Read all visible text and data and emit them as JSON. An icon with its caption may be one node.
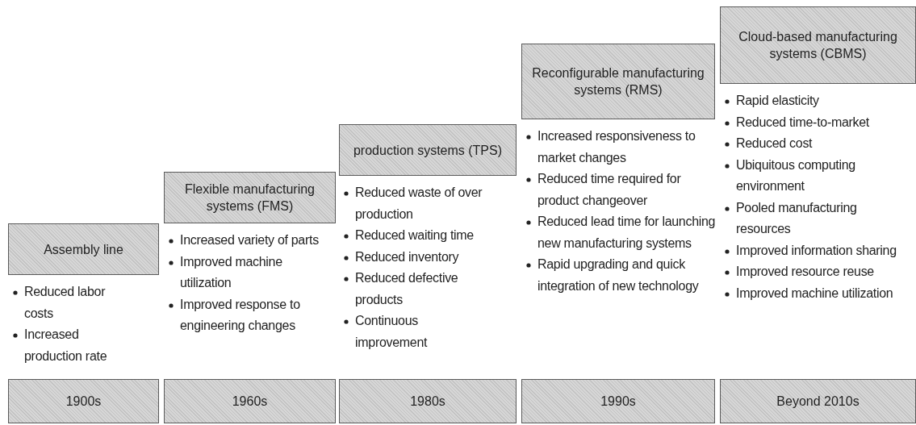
{
  "diagram": {
    "nodes": [
      {
        "text": [
          "Assembly line"
        ],
        "beside": [
          "Reduced labor costs",
          "Increased production rate"
        ]
      },
      {
        "text": [
          "Flexible manufacturing systems (FMS)"
        ],
        "beside": [
          "Increased variety of parts",
          "Improved machine utilization",
          "Improved response to engineering changes"
        ]
      },
      {
        "text": [
          "production systems (TPS)"
        ],
        "beside": [
          "Reduced waste of over production",
          "Reduced waiting time",
          "Reduced inventory",
          "Reduced defective products",
          "Continuous improvement"
        ]
      },
      {
        "text": [
          "Reconfigurable manufacturing systems (RMS)"
        ],
        "beside": [
          "Increased responsiveness to market changes",
          "Reduced time required for product changeover",
          "Reduced lead time for launching new manufacturing systems",
          "Rapid upgrading and quick integration of new technology"
        ]
      },
      {
        "text": [
          "Cloud-based manufacturing systems (CBMS)"
        ],
        "beside": [
          "Rapid elasticity",
          "Reduced time-to-market",
          "Reduced cost",
          "Ubiquitous computing environment",
          "Pooled manufacturing resources",
          "Improved information sharing",
          "Improved resource reuse",
          "Improved machine utilization"
        ]
      },
      {
        "text": [
          "1900s"
        ]
      },
      {
        "text": [
          "1960s"
        ]
      },
      {
        "text": [
          "1980s"
        ]
      },
      {
        "text": [
          "1990s"
        ]
      },
      {
        "text": [
          "Beyond 2010s"
        ]
      }
    ]
  }
}
